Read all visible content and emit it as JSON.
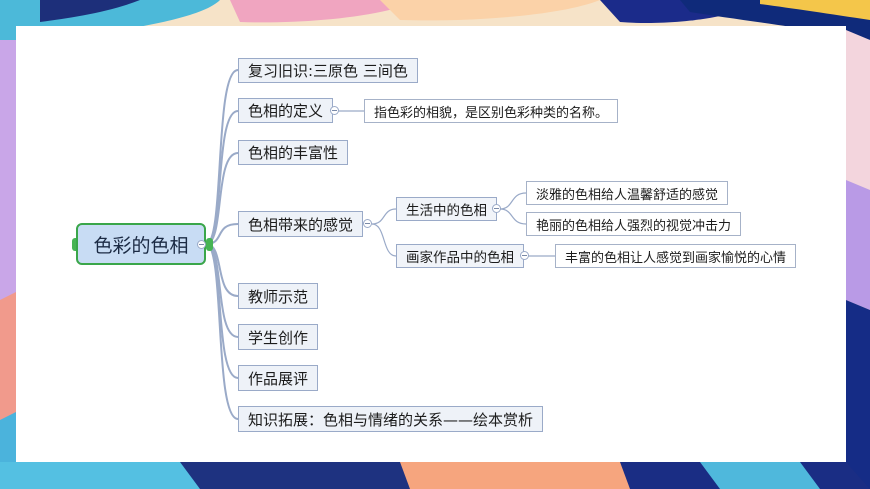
{
  "mindmap": {
    "root": "色彩的色相",
    "branches": [
      {
        "label": "复习旧识:三原色 三间色"
      },
      {
        "label": "色相的定义",
        "note": "指色彩的相貌，是区别色彩种类的名称。"
      },
      {
        "label": "色相的丰富性"
      },
      {
        "label": "色相带来的感觉",
        "children": [
          {
            "label": "生活中的色相",
            "leaves": [
              "淡雅的色相给人温馨舒适的感觉",
              "艳丽的色相给人强烈的视觉冲击力"
            ]
          },
          {
            "label": "画家作品中的色相",
            "leaves": [
              "丰富的色相让人感觉到画家愉悦的心情"
            ]
          }
        ]
      },
      {
        "label": "教师示范"
      },
      {
        "label": "学生创作"
      },
      {
        "label": "作品展评"
      },
      {
        "label": "知识拓展：色相与情绪的关系——绘本赏析"
      }
    ]
  },
  "colors": {
    "connector": "#9aaac8",
    "root_fill": "#c8dcf4",
    "root_border": "#3aa64a",
    "node_fill": "#eef2f8"
  }
}
